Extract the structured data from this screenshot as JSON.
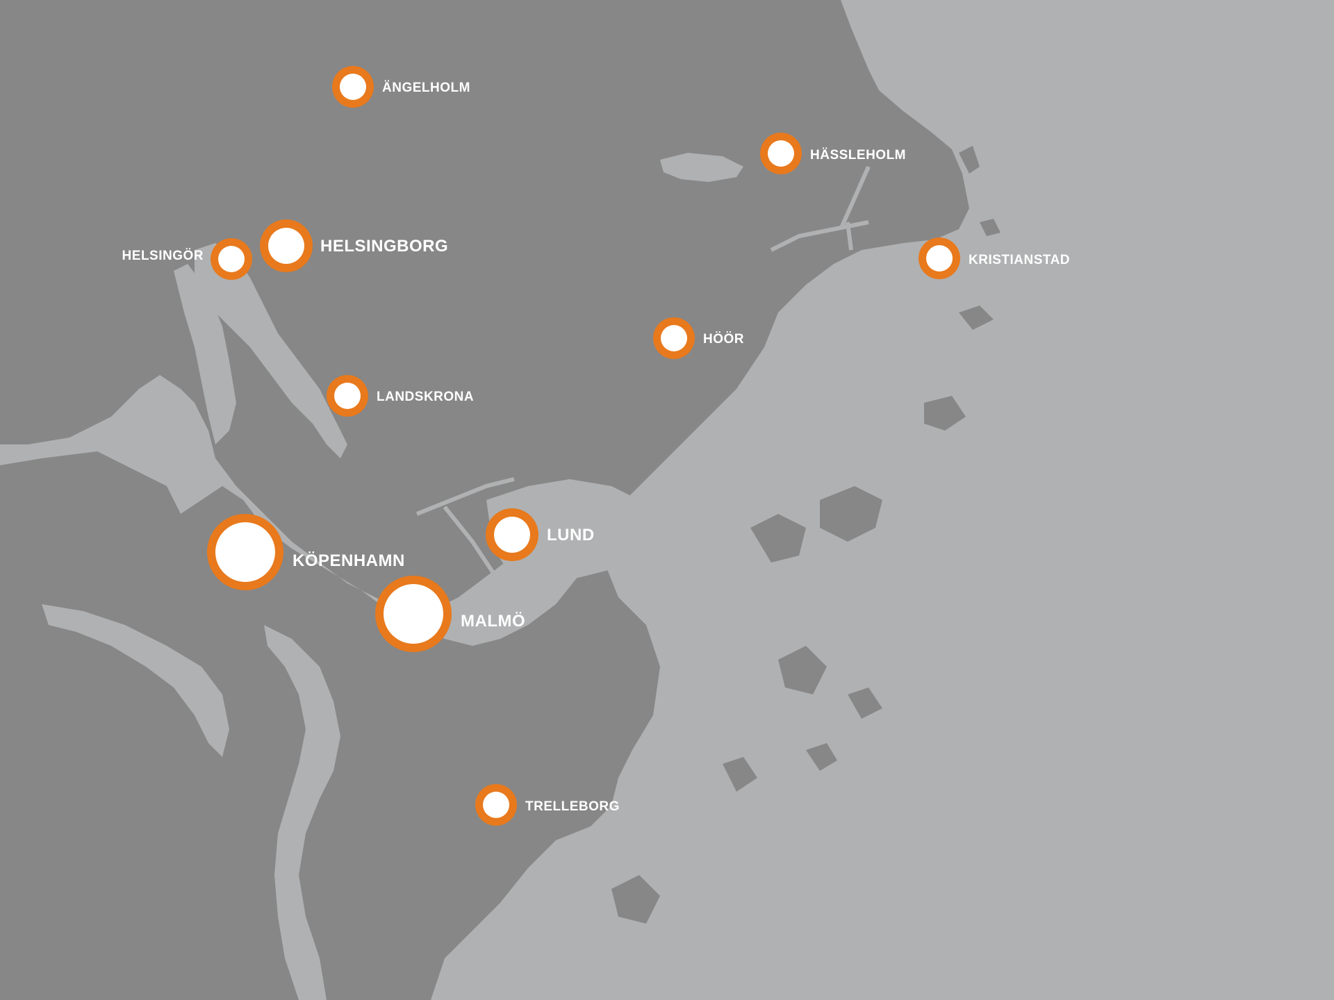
{
  "colors": {
    "water": "#b0b1b2",
    "land": "#878787",
    "marker_ring": "#e8791c",
    "marker_fill": "#ffffff",
    "label": "#ffffff"
  },
  "cities": [
    {
      "id": "angelholm",
      "name": "ÄNGELHOLM",
      "size": "small"
    },
    {
      "id": "hassleholm",
      "name": "HÄSSLEHOLM",
      "size": "small"
    },
    {
      "id": "helsingor",
      "name": "HELSINGÖR",
      "size": "small"
    },
    {
      "id": "helsingborg",
      "name": "HELSINGBORG",
      "size": "medium"
    },
    {
      "id": "kristianstad",
      "name": "KRISTIANSTAD",
      "size": "small"
    },
    {
      "id": "hoor",
      "name": "HÖÖR",
      "size": "small"
    },
    {
      "id": "landskrona",
      "name": "LANDSKRONA",
      "size": "small"
    },
    {
      "id": "lund",
      "name": "LUND",
      "size": "medium"
    },
    {
      "id": "kopenhamn",
      "name": "KÖPENHAMN",
      "size": "large"
    },
    {
      "id": "malmo",
      "name": "MALMÖ",
      "size": "large"
    },
    {
      "id": "trelleborg",
      "name": "TRELLEBORG",
      "size": "small"
    }
  ]
}
